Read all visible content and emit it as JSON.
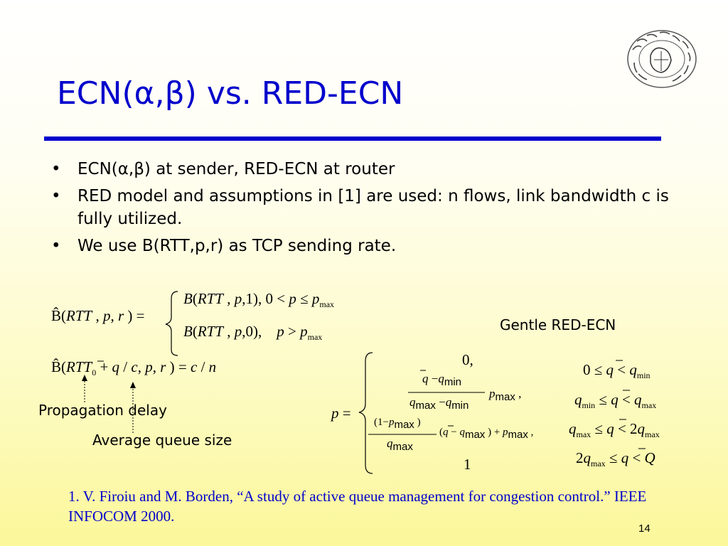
{
  "slide": {
    "title": "ECN(α,β) vs. RED-ECN",
    "bullets": [
      "ECN(α,β) at sender, RED-ECN at router",
      "RED model and assumptions in [1] are used: n flows, link bandwidth c is fully utilized.",
      "We use B(RTT,p,r) as TCP sending rate."
    ],
    "labels": {
      "gentle": "Gentle RED-ECN",
      "propagation": "Propagation delay",
      "avg_queue": "Average queue size"
    },
    "reference": "1. V. Firoiu and M. Borden, “A study of active queue management for congestion control.” IEEE INFOCOM 2000.",
    "page_number": "14",
    "colors": {
      "title": "#0000cc",
      "rule": "#0000cc",
      "reference": "#0000cc"
    },
    "logo_icon": "university-seal-icon"
  }
}
